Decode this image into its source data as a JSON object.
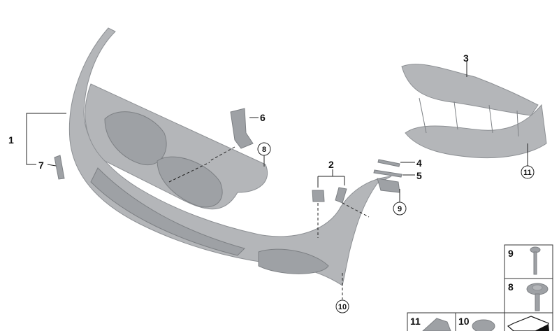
{
  "callouts": {
    "p1": "1",
    "p2": "2",
    "p3": "3",
    "p4": "4",
    "p5": "5",
    "p6": "6",
    "p7": "7",
    "p8": "8",
    "p9": "9",
    "p10": "10",
    "p11": "11"
  },
  "legend": {
    "items": [
      {
        "number": "9",
        "part": "screw-icon"
      },
      {
        "number": "8",
        "part": "collar-screw-icon"
      },
      {
        "number": "11",
        "part": "clip-icon"
      },
      {
        "number": "10",
        "part": "nut-icon"
      },
      {
        "number": "",
        "part": "arrow-icon"
      }
    ]
  },
  "colors": {
    "part": "#b4b6b9",
    "outline": "#222222"
  }
}
